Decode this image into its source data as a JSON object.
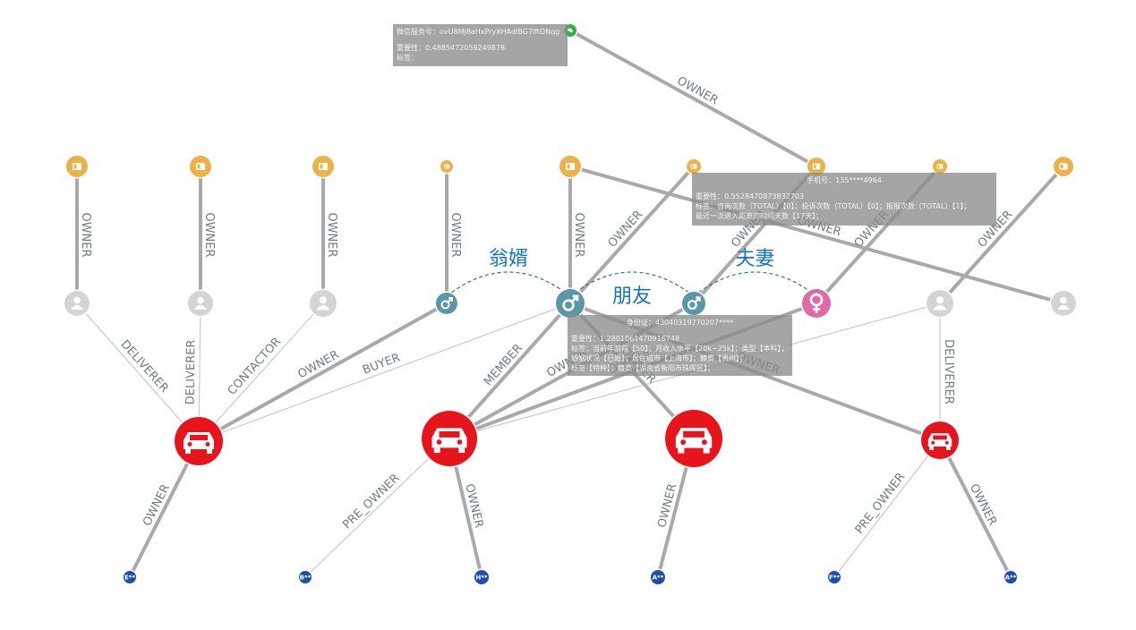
{
  "colors": {
    "edge": "#a9a9a9",
    "edge_label": "#6b7b8a",
    "phone": "#e9b34a",
    "person_gray": "#d4d4d4",
    "male": "#5a97a6",
    "female": "#df6aa6",
    "car": "#e8141c",
    "plate": "#1e4fa8",
    "wechat": "#2fb344",
    "relation_text": "#1674b8",
    "relation_line": "#2d6fa8"
  },
  "nodes": [
    {
      "id": "p1",
      "type": "phone",
      "icon": "phone-card-icon"
    },
    {
      "id": "p2",
      "type": "phone",
      "icon": "phone-card-icon"
    },
    {
      "id": "p3",
      "type": "phone",
      "icon": "phone-card-icon"
    },
    {
      "id": "p4",
      "type": "phone",
      "icon": "phone-card-icon"
    },
    {
      "id": "p5",
      "type": "phone",
      "icon": "phone-card-icon"
    },
    {
      "id": "p6",
      "type": "phone",
      "icon": "phone-card-icon"
    },
    {
      "id": "p7",
      "type": "phone",
      "icon": "phone-card-icon"
    },
    {
      "id": "p8",
      "type": "phone",
      "icon": "phone-card-icon"
    },
    {
      "id": "p9",
      "type": "phone",
      "icon": "phone-card-icon"
    },
    {
      "id": "wx",
      "type": "wechat",
      "icon": "wechat-icon"
    },
    {
      "id": "g1",
      "type": "person",
      "icon": "person-icon"
    },
    {
      "id": "g2",
      "type": "person",
      "icon": "person-icon"
    },
    {
      "id": "g3",
      "type": "person",
      "icon": "person-icon"
    },
    {
      "id": "m1",
      "type": "male",
      "icon": "male-icon"
    },
    {
      "id": "m2",
      "type": "male",
      "icon": "male-icon"
    },
    {
      "id": "m3",
      "type": "male",
      "icon": "male-icon"
    },
    {
      "id": "f1",
      "type": "female",
      "icon": "female-icon"
    },
    {
      "id": "g4",
      "type": "person",
      "icon": "person-icon"
    },
    {
      "id": "g5",
      "type": "person",
      "icon": "person-icon"
    },
    {
      "id": "c1",
      "type": "car",
      "icon": "car-icon"
    },
    {
      "id": "c2",
      "type": "car",
      "icon": "car-icon"
    },
    {
      "id": "c3",
      "type": "car",
      "icon": "car-icon"
    },
    {
      "id": "c4",
      "type": "car",
      "icon": "car-icon"
    },
    {
      "id": "l1",
      "type": "plate",
      "icon": "license-plate-icon",
      "label": "E**"
    },
    {
      "id": "l2",
      "type": "plate",
      "icon": "license-plate-icon",
      "label": "B**"
    },
    {
      "id": "l3",
      "type": "plate",
      "icon": "license-plate-icon",
      "label": "H**"
    },
    {
      "id": "l4",
      "type": "plate",
      "icon": "license-plate-icon",
      "label": "A**"
    },
    {
      "id": "l5",
      "type": "plate",
      "icon": "license-plate-icon",
      "label": "F**"
    },
    {
      "id": "l6",
      "type": "plate",
      "icon": "license-plate-icon",
      "label": "A**"
    }
  ],
  "edges": [
    {
      "s": "wx",
      "t": "p7",
      "label": "OWNER"
    },
    {
      "s": "p1",
      "t": "g1",
      "label": "OWNER"
    },
    {
      "s": "p2",
      "t": "g2",
      "label": "OWNER"
    },
    {
      "s": "p3",
      "t": "g3",
      "label": "OWNER"
    },
    {
      "s": "p4",
      "t": "m1",
      "label": "OWNER"
    },
    {
      "s": "p5",
      "t": "m2",
      "label": "OWNER"
    },
    {
      "s": "p6",
      "t": "m2",
      "label": "OWNER"
    },
    {
      "s": "p7",
      "t": "m3",
      "label": "OWNER"
    },
    {
      "s": "p5",
      "t": "g5",
      "label": "OWNER"
    },
    {
      "s": "p8",
      "t": "f1",
      "label": "OWNER"
    },
    {
      "s": "p9",
      "t": "g4",
      "label": "OWNER"
    },
    {
      "s": "g1",
      "t": "c1",
      "label": "DELIVERER",
      "thin": true
    },
    {
      "s": "g2",
      "t": "c1",
      "label": "DELIVERER",
      "thin": true
    },
    {
      "s": "g3",
      "t": "c1",
      "label": "CONTACTOR",
      "thin": true
    },
    {
      "s": "m1",
      "t": "c1",
      "label": "OWNER"
    },
    {
      "s": "m2",
      "t": "c1",
      "label": "BUYER",
      "thin": true
    },
    {
      "s": "m2",
      "t": "c2",
      "label": "MEMBER"
    },
    {
      "s": "m3",
      "t": "c2",
      "label": "OWNER"
    },
    {
      "s": "f1",
      "t": "c2",
      "label": "OWNER"
    },
    {
      "s": "g4",
      "t": "c2",
      "label": "",
      "thin": true
    },
    {
      "s": "m2",
      "t": "c3",
      "label": "OWNER"
    },
    {
      "s": "m2",
      "t": "c4",
      "label": "OWNER"
    },
    {
      "s": "g4",
      "t": "c4",
      "label": "DELIVERER",
      "thin": true
    },
    {
      "s": "c4",
      "t": "g4",
      "label": "DELIVERER",
      "thin": true,
      "hide": true
    },
    {
      "s": "c1",
      "t": "l1",
      "label": "OWNER"
    },
    {
      "s": "c2",
      "t": "l2",
      "label": "PRE_OWNER",
      "thin": true
    },
    {
      "s": "c2",
      "t": "l3",
      "label": "OWNER"
    },
    {
      "s": "c3",
      "t": "l4",
      "label": "OWNER"
    },
    {
      "s": "c4",
      "t": "l5",
      "label": "PRE_OWNER",
      "thin": true
    },
    {
      "s": "c4",
      "t": "l6",
      "label": "OWNER"
    }
  ],
  "relations": [
    {
      "s": "m1",
      "t": "m2",
      "label": "翁婿"
    },
    {
      "s": "m2",
      "t": "m3",
      "label": "朋友"
    },
    {
      "s": "m3",
      "t": "f1",
      "label": "夫妻"
    }
  ],
  "tooltips": {
    "wechat": {
      "title": "微信服务号：ovU8Mj8aHxPryXHAdlBG7lftDNqg",
      "lines": [
        "重要性：0.4885472059249878",
        "标签："
      ]
    },
    "phone": {
      "title": "手机号：135****4964",
      "lines": [
        "重要性：0.5528470873832703",
        "标签：咨询次数（TOTAL）【0】；投诉次数（TOTAL）【0】；报报次数（TOTAL）【1】；",
        "最近一次进入距离的时间天数【17天】；"
      ]
    },
    "person": {
      "title": "身份证：43040319770207****",
      "lines": [
        "重要性：1.2801061470916748",
        "标签：当前年龄段【50】；月收入水平【20k~25k】；类型【本科】；",
        "婚姻状况【已婚】；居住城市【上海市】；籍贯【贵州】；",
        "标签【特种】；籍贯【湖南省衡阳市珠晖区】；"
      ]
    }
  }
}
